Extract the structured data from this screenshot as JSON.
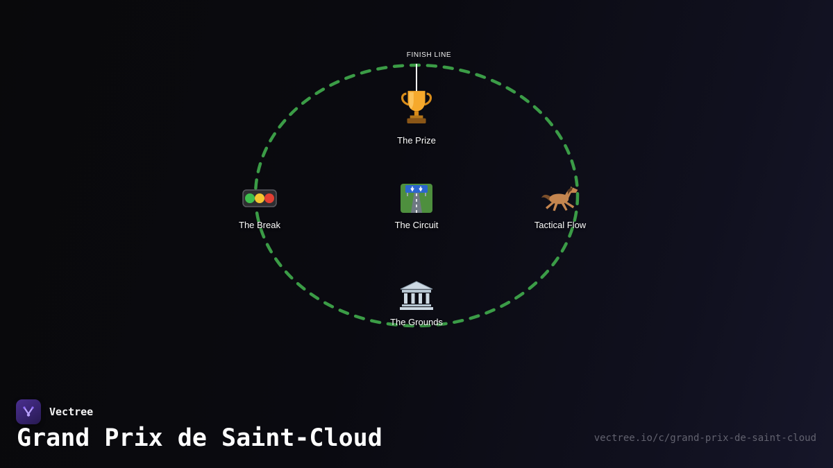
{
  "track": {
    "finish_line_label": "FINISH LINE"
  },
  "nodes": [
    {
      "label": "The Prize",
      "icon": "trophy-icon"
    },
    {
      "label": "The Break",
      "icon": "traffic-light-icon"
    },
    {
      "label": "The Circuit",
      "icon": "motorway-icon"
    },
    {
      "label": "Tactical Flow",
      "icon": "horse-icon"
    },
    {
      "label": "The Grounds",
      "icon": "classical-building-icon"
    }
  ],
  "footer": {
    "brand_name": "Vectree",
    "title": "Grand Prix de Saint-Cloud",
    "share_url": "vectree.io/c/grand-prix-de-saint-cloud"
  },
  "colors": {
    "track_dash": "#3ea44a",
    "accent_purple": "#4a2f8f",
    "background": "#0a0a10"
  }
}
